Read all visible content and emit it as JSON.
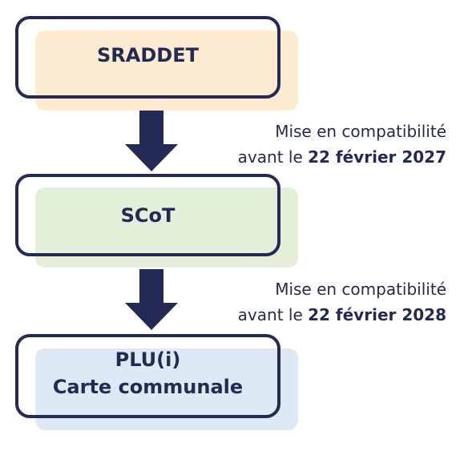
{
  "colors": {
    "outline": "#242a56",
    "sraddet_fill": "#fdebd2",
    "scot_fill": "#e3efd9",
    "plu_fill": "#dde9f4"
  },
  "boxes": {
    "sraddet": {
      "label": "SRADDET"
    },
    "scot": {
      "label": "SCoT"
    },
    "plu": {
      "line1": "PLU(i)",
      "line2": "Carte communale"
    }
  },
  "notes": [
    {
      "line1": "Mise en compatibilité",
      "line2_prefix": "avant le ",
      "line2_date": "22 février 2027"
    },
    {
      "line1": "Mise en compatibilité",
      "line2_prefix": "avant le ",
      "line2_date": "22 février 2028"
    }
  ],
  "icons": {
    "arrow_1": "arrow-down-icon",
    "arrow_2": "arrow-down-icon"
  }
}
